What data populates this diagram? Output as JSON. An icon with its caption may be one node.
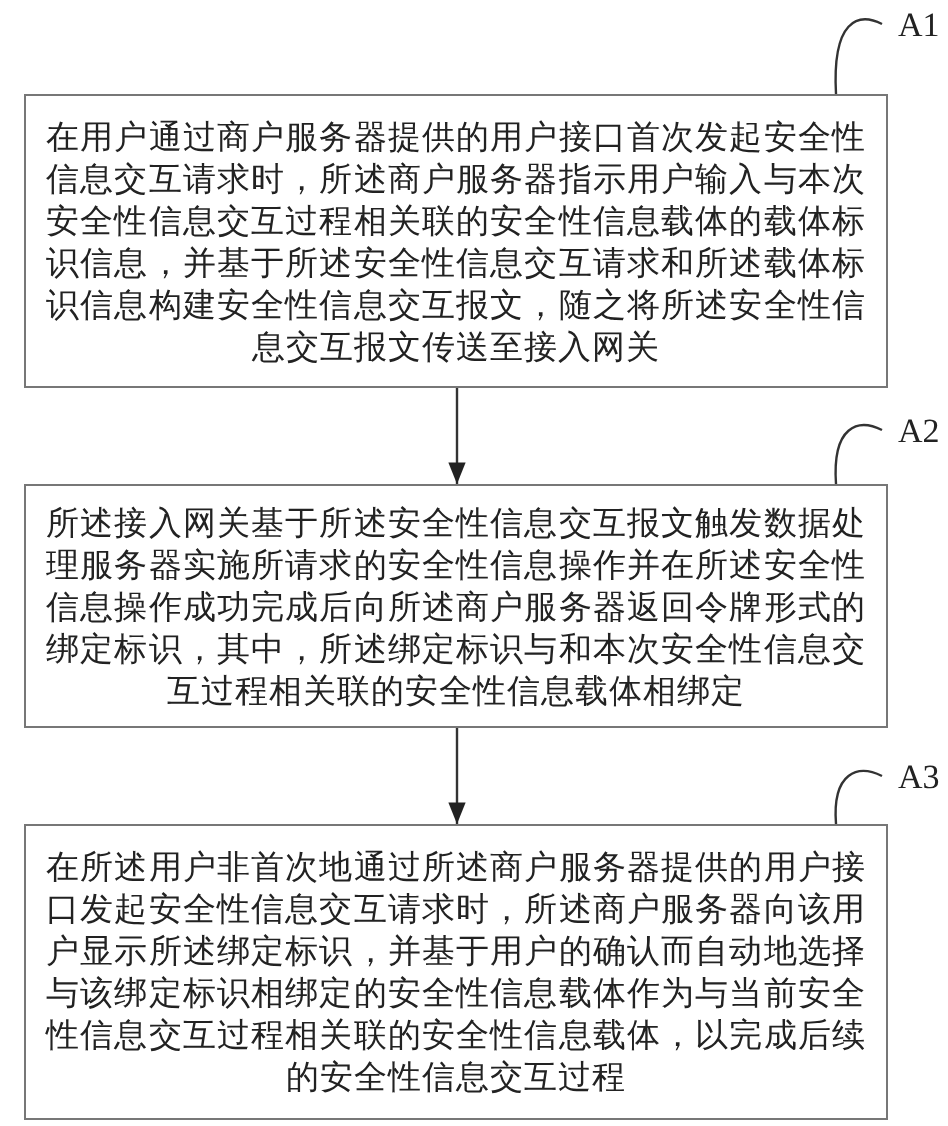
{
  "diagram": {
    "nodes": [
      {
        "text": [
          "A1"
        ]
      },
      {
        "text": [
          "在用户通过商户服务器提供的用户接口首次发起安全性信息交互请求时，所述商户服务器指示用户输入与本次安全性信息交互过程相关联的安全性信息载体的载体标识信息，并基于所述安全性信息交互请求和所述载体标识信息构建安全性信息交互报文，随之将所述安全性信息交互报文传送至接入网关"
        ]
      },
      {
        "text": [
          "A2"
        ]
      },
      {
        "text": [
          "所述接入网关基于所述安全性信息交互报文触发数据处理服务器实施所请求的安全性信息操作并在所述安全性信息操作成功完成后向所述商户服务器返回令牌形式的绑定标识，其中，所述绑定标识与和本次安全性信息交互过程相关联的安全性信息载体相绑定"
        ]
      },
      {
        "text": [
          "A3"
        ]
      },
      {
        "text": [
          "在所述用户非首次地通过所述商户服务器提供的用户接口发起安全性信息交互请求时，所述商户服务器向该用户显示所述绑定标识，并基于用户的确认而自动地选择与该绑定标识相绑定的安全性信息载体作为与当前安全性信息交互过程相关联的安全性信息载体，以完成后续的安全性信息交互过程"
        ]
      }
    ],
    "edges": [
      {
        "from": 0,
        "to": 1,
        "arrow": "none"
      },
      {
        "from": 1,
        "to": 3,
        "arrow": "to"
      },
      {
        "from": 2,
        "to": 3,
        "arrow": "none"
      },
      {
        "from": 3,
        "to": 5,
        "arrow": "to"
      },
      {
        "from": 4,
        "to": 5,
        "arrow": "none"
      }
    ]
  }
}
